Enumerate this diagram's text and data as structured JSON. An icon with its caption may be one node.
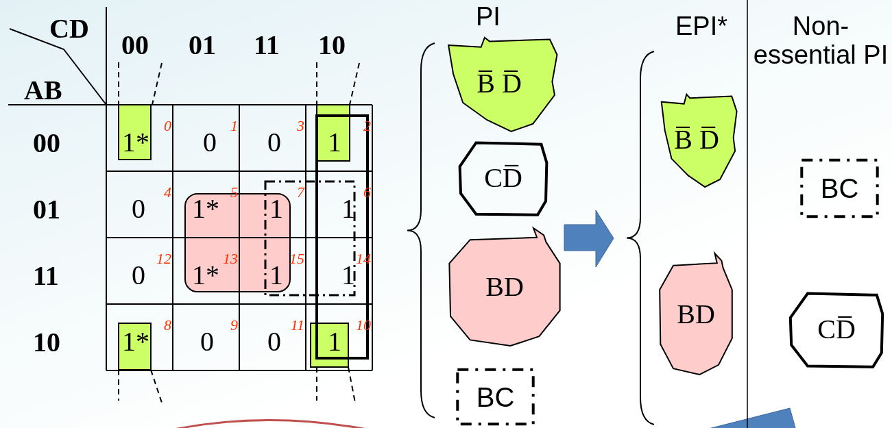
{
  "diagram": {
    "nodes": [
      {
        "text": [
          "B̅ D̅"
        ]
      },
      {
        "text": [
          "CD̅"
        ]
      },
      {
        "text": [
          "BD"
        ]
      },
      {
        "text": [
          "BC"
        ]
      },
      {
        "text": [
          "B̅ D̅"
        ]
      },
      {
        "text": [
          "BD"
        ]
      },
      {
        "text": [
          "BC"
        ]
      },
      {
        "text": [
          "CD̅"
        ]
      }
    ],
    "edges": [],
    "labels": [
      "CD",
      "00",
      "01",
      "11",
      "10",
      "AB",
      "00",
      "1*",
      "0",
      "0",
      "1",
      "0",
      "3",
      "1",
      "2",
      "01",
      "0",
      "4",
      "1*",
      "5",
      "1",
      "7",
      "1",
      "6",
      "11",
      "0",
      "12",
      "1*",
      "13",
      "1",
      "15",
      "1",
      "14",
      "10",
      "1*",
      "8",
      "0",
      "9",
      "0",
      "11",
      "1",
      "10",
      "PI",
      "EPI*",
      "Non-essential PI"
    ]
  }
}
